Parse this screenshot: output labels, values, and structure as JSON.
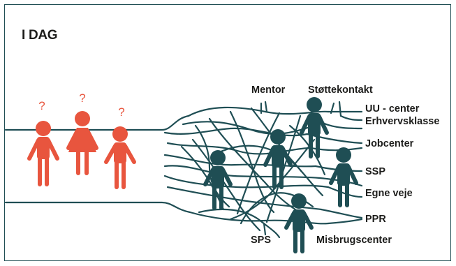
{
  "title": "I DAG",
  "question_mark": "?",
  "colors": {
    "border": "#1f4e54",
    "roads": "#1f4e54",
    "persons": "#1f4e54",
    "children": "#e8553e"
  },
  "labels": {
    "mentor": "Mentor",
    "stottekontakt": "Støttekontakt",
    "uu_center": "UU - center",
    "erhvervsklasse": "Erhvervsklasse",
    "jobcenter": "Jobcenter",
    "ssp": "SSP",
    "egne_veje": "Egne veje",
    "ppr": "PPR",
    "sps": "SPS",
    "misbrugscenter": "Misbrugscenter"
  }
}
